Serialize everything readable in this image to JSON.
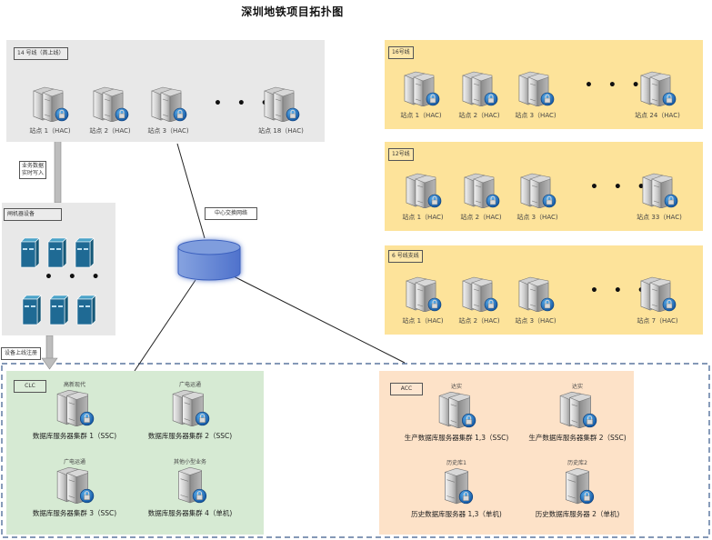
{
  "title": "深圳地铁项目拓扑图",
  "colors": {
    "gray_panel": "#e8e8e8",
    "yellow_panel": "#fde39a",
    "green_panel": "#d6ead3",
    "peach_panel": "#fde2c8",
    "dashed_border": "#3a5a8c",
    "network_cylinder": "#5b7fd0",
    "rack_blue": "#1f6a94"
  },
  "line14": {
    "label": "14 号线（首上线）",
    "stations": [
      "站点 1（HAC)",
      "站点 2（HAC)",
      "站点 3（HAC)",
      "站点 18（HAC)"
    ],
    "ellipsis": "• • •"
  },
  "line16": {
    "label": "16号线",
    "stations": [
      "站点 1（HAC)",
      "站点 2（HAC)",
      "站点 3（HAC)",
      "站点 24（HAC)"
    ],
    "ellipsis": "• • •"
  },
  "line12": {
    "label": "12号线",
    "stations": [
      "站点 1（HAC)",
      "站点 2（HAC)",
      "站点 3（HAC)",
      "站点 33（HAC)"
    ],
    "ellipsis": "• • •"
  },
  "line6": {
    "label": "6 号线支线",
    "stations": [
      "站点 1（HAC)",
      "站点 2（HAC)",
      "站点 3（HAC)",
      "站点 7（HAC)"
    ],
    "ellipsis": "• • •"
  },
  "gate_devices": {
    "label": "闸机器设备",
    "ellipsis": "• • •",
    "arrow_up_label_line1": "业务数据",
    "arrow_up_label_line2": "实时写入",
    "arrow_down_label": "设备上线注册"
  },
  "network": {
    "label": "中心交换网络"
  },
  "clc": {
    "label": "CLC",
    "clusters": [
      {
        "vendor": "高新现代",
        "label": "数据库服务器集群 1（SSC)",
        "type": "cluster"
      },
      {
        "vendor": "广电运通",
        "label": "数据库服务器集群 2（SSC)",
        "type": "cluster"
      },
      {
        "vendor": "广电运通",
        "label": "数据库服务器集群 3（SSC)",
        "type": "cluster"
      },
      {
        "vendor": "其他小型业务",
        "label": "数据库服务器集群 4（单机)",
        "type": "single"
      }
    ]
  },
  "acc": {
    "label": "ACC",
    "clusters": [
      {
        "vendor": "达实",
        "label": "生产数据库服务器集群 1,3（SSC)",
        "type": "cluster"
      },
      {
        "vendor": "达实",
        "label": "生产数据库服务器集群 2（SSC)",
        "type": "cluster"
      },
      {
        "vendor": "历史库1",
        "label": "历史数据库服务器 1,3（单机)",
        "type": "single"
      },
      {
        "vendor": "历史库2",
        "label": "历史数据库服务器 2（单机)",
        "type": "single"
      }
    ]
  }
}
